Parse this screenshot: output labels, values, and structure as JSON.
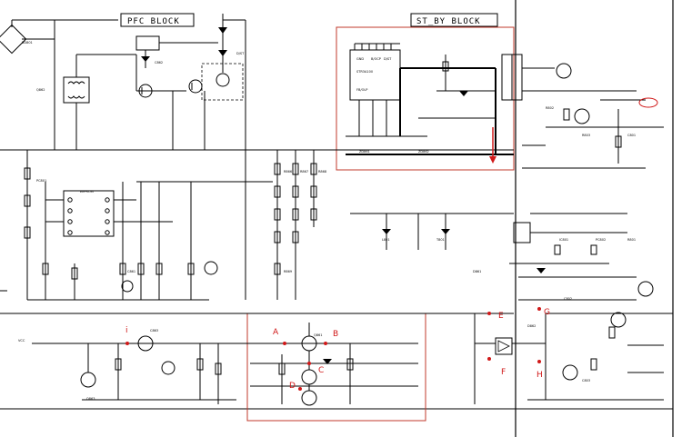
{
  "blocks": {
    "pfc_title": "PFC BLOCK",
    "stby_title": "ST_BY BLOCK"
  },
  "ic_label": "STR3A100",
  "markers": [
    "A",
    "B",
    "C",
    "D",
    "E",
    "F",
    "G",
    "H",
    "i"
  ],
  "colors": {
    "highlight": "#c0392b",
    "marker": "#d01818",
    "wire": "#000000"
  },
  "small_labels": [
    "VCC",
    "GND",
    "B/OCP",
    "D/ST",
    "FB/OLP",
    "EEPROM",
    "BD801",
    "D/ST",
    "PC801",
    "R866",
    "R867",
    "R868",
    "R869",
    "C861",
    "C862",
    "C863",
    "Q861",
    "Q862",
    "Q863",
    "ZD861",
    "ZD862",
    "D861",
    "D862",
    "L801",
    "T801",
    "IC801",
    "PC802",
    "R801",
    "R802",
    "R803",
    "C801",
    "C802",
    "C803"
  ]
}
